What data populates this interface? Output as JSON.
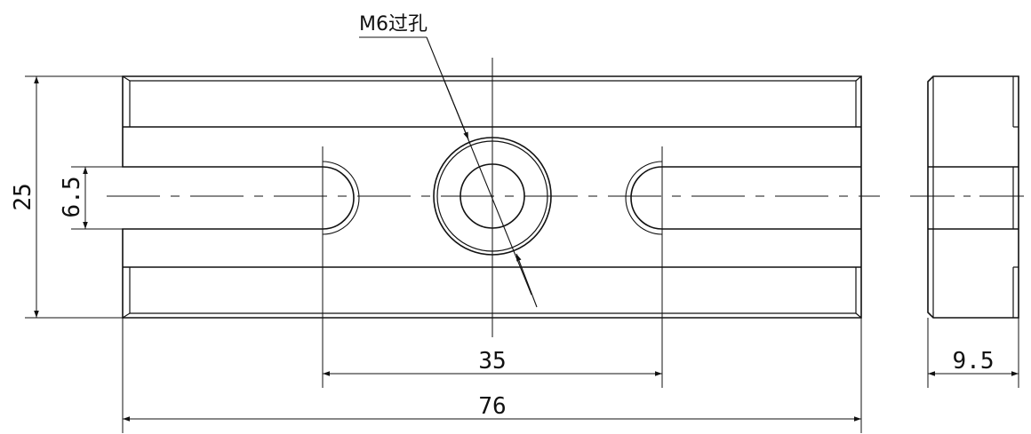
{
  "callout": {
    "label": "M6过孔"
  },
  "dimensions": {
    "overall_length": "76",
    "slot_spacing": "35",
    "overall_height": "25",
    "slot_width": "6.5",
    "thickness": "9.5"
  },
  "colors": {
    "line": "#111111",
    "background": "#ffffff"
  }
}
